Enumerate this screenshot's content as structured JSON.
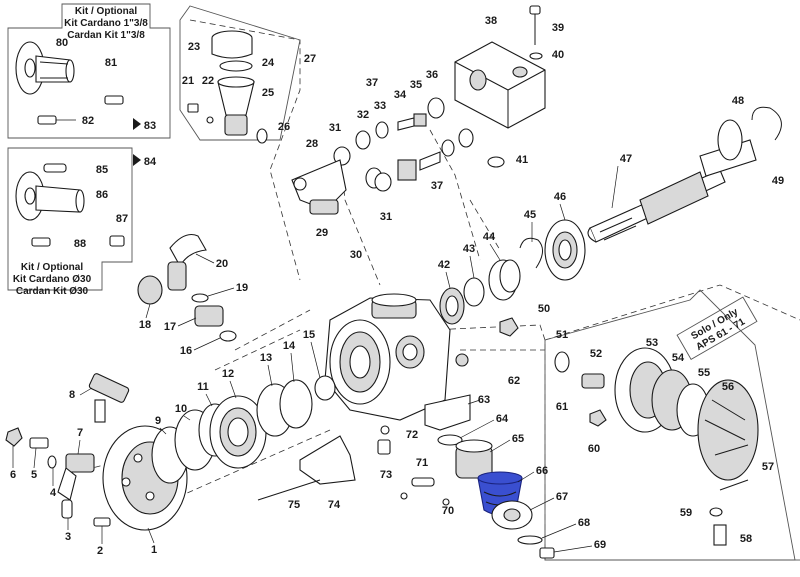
{
  "colors": {
    "highlight": "#3a4fd0",
    "ink": "#1a1a1a",
    "panel_border": "#555555"
  },
  "optional_box_1": {
    "title": "Kit / Optional",
    "line2": "Kit Cardano 1\"3/8",
    "line3": "Cardan Kit 1\"3/8"
  },
  "optional_box_2": {
    "title": "Kit / Optional",
    "line2": "Kit Cardano Ø30",
    "line3": "Cardan Kit Ø30"
  },
  "solo_box": {
    "line1": "Solo / Only",
    "line2": "APS 61 - 71"
  },
  "highlighted_part": "66",
  "callouts": {
    "p1": "1",
    "p2": "2",
    "p3": "3",
    "p4": "4",
    "p5": "5",
    "p6": "6",
    "p7": "7",
    "p8": "8",
    "p9": "9",
    "p10": "10",
    "p11": "11",
    "p12": "12",
    "p13": "13",
    "p14": "14",
    "p15": "15",
    "p16": "16",
    "p17": "17",
    "p18": "18",
    "p19": "19",
    "p20": "20",
    "p21": "21",
    "p22": "22",
    "p23": "23",
    "p24": "24",
    "p25": "25",
    "p26": "26",
    "p27": "27",
    "p28": "28",
    "p29": "29",
    "p30": "30",
    "p31a": "31",
    "p31b": "31",
    "p32": "32",
    "p33": "33",
    "p34": "34",
    "p35": "35",
    "p36": "36",
    "p37a": "37",
    "p37b": "37",
    "p38": "38",
    "p39": "39",
    "p40": "40",
    "p41": "41",
    "p42": "42",
    "p43": "43",
    "p44": "44",
    "p45": "45",
    "p46": "46",
    "p47": "47",
    "p48": "48",
    "p49": "49",
    "p50": "50",
    "p51": "51",
    "p52": "52",
    "p53": "53",
    "p54": "54",
    "p55": "55",
    "p56": "56",
    "p57": "57",
    "p58": "58",
    "p59": "59",
    "p60": "60",
    "p61": "61",
    "p62": "62",
    "p63": "63",
    "p64": "64",
    "p65": "65",
    "p66": "66",
    "p67": "67",
    "p68": "68",
    "p69": "69",
    "p70": "70",
    "p71": "71",
    "p72": "72",
    "p73": "73",
    "p74": "74",
    "p75": "75",
    "p80": "80",
    "p81": "81",
    "p82": "82",
    "p83": "83",
    "p84": "84",
    "p85": "85",
    "p86": "86",
    "p87": "87",
    "p88": "88"
  }
}
